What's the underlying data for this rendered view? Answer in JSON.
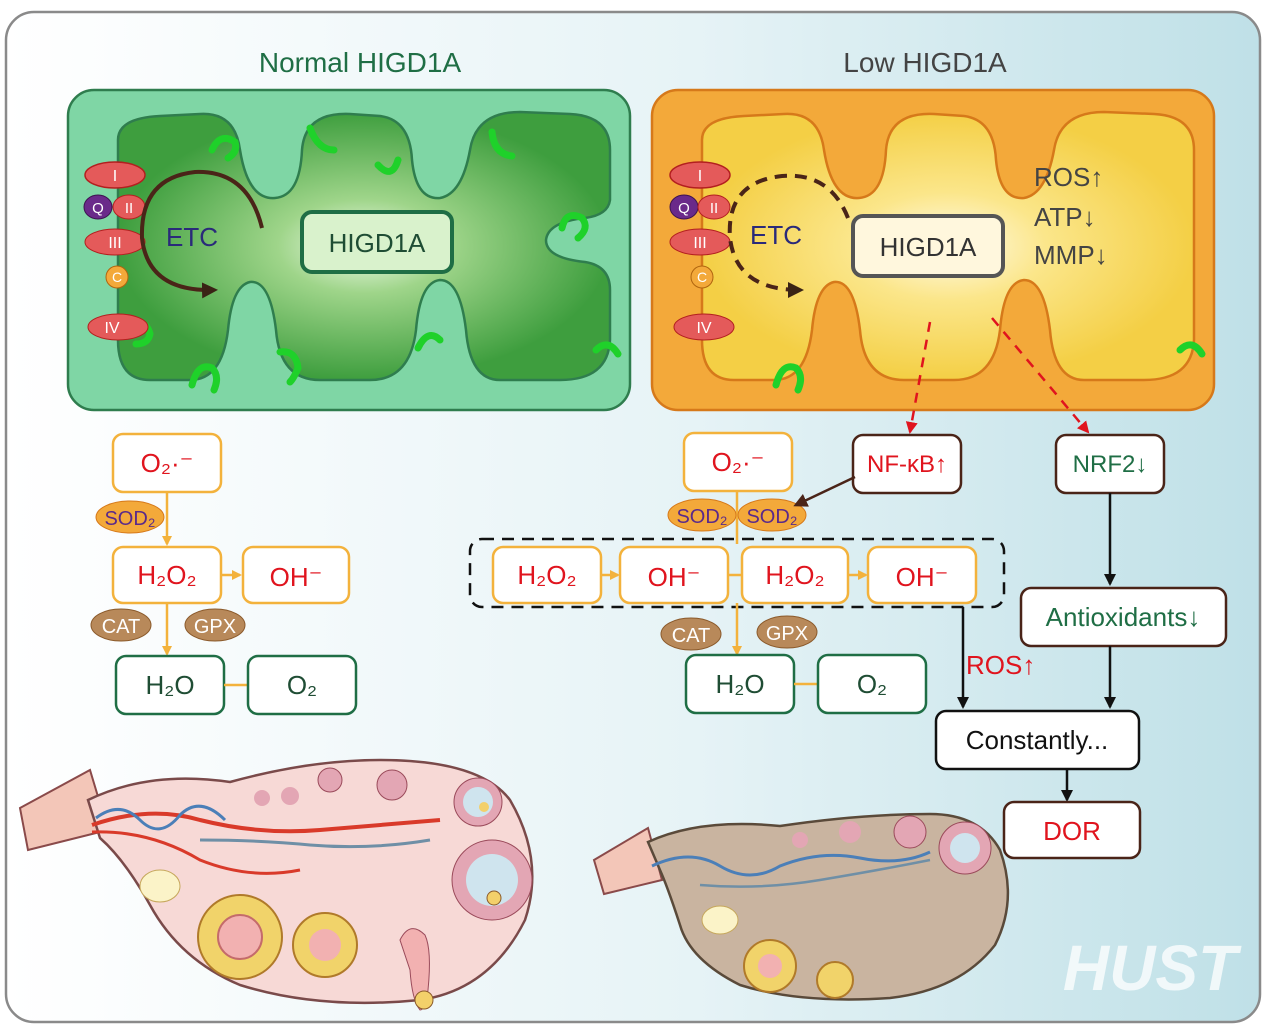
{
  "headings": {
    "normal": "Normal HIGD1A",
    "low": "Low HIGD1A"
  },
  "mito": {
    "complexes": [
      "I",
      "Q",
      "II",
      "III",
      "C",
      "IV"
    ],
    "etc_label": "ETC",
    "higd1a_label": "HIGD1A",
    "low_indicators": [
      "ROS↑",
      "ATP↓",
      "MMP↓"
    ]
  },
  "pathway": {
    "superoxide": "O₂·⁻",
    "sod": "SOD₂",
    "h2o2": "H₂O₂",
    "hydroxyl": "OH⁻",
    "cat": "CAT",
    "gpx": "GPX",
    "water": "H₂O",
    "oxygen": "O₂"
  },
  "signaling": {
    "nfkb": "NF-κB↑",
    "nrf2": "NRF2↓",
    "antioxidants": "Antioxidants↓",
    "ros": "ROS↑",
    "constantly": "Constantly...",
    "dor": "DOR"
  },
  "watermark": "HUST",
  "colors": {
    "normal_panel": "#7fd6a5",
    "normal_mito": "#3e9e3e",
    "low_panel": "#f3a93a",
    "low_mito": "#f5d34a",
    "red_text": "#e0141e",
    "green_text": "#1f6e45",
    "box_orange": "#f3b23c",
    "box_green": "#1f6e45",
    "box_brown": "#4a2418"
  }
}
